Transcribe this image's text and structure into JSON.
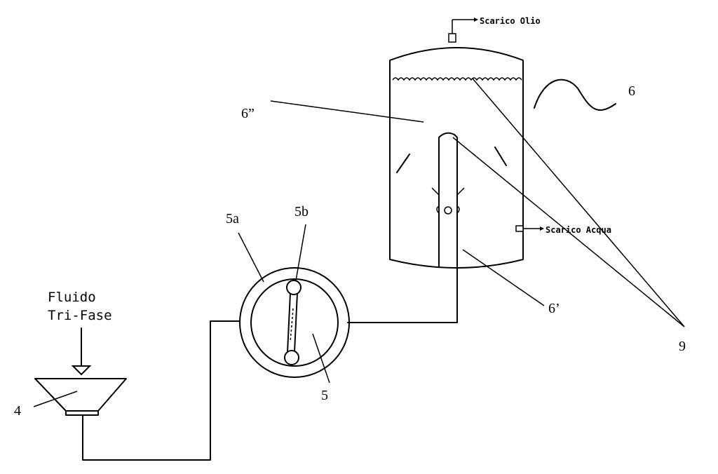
{
  "labels": {
    "fluid_line1": "Fluido",
    "fluid_line2": "Tri-Fase",
    "oil_discharge": "Scarico Olio",
    "water_discharge": "Scarico Acqua",
    "ref_4": "4",
    "ref_5": "5",
    "ref_5a": "5a",
    "ref_5b": "5b",
    "ref_6": "6",
    "ref_6prime": "6’",
    "ref_6double": "6”",
    "ref_9": "9"
  }
}
